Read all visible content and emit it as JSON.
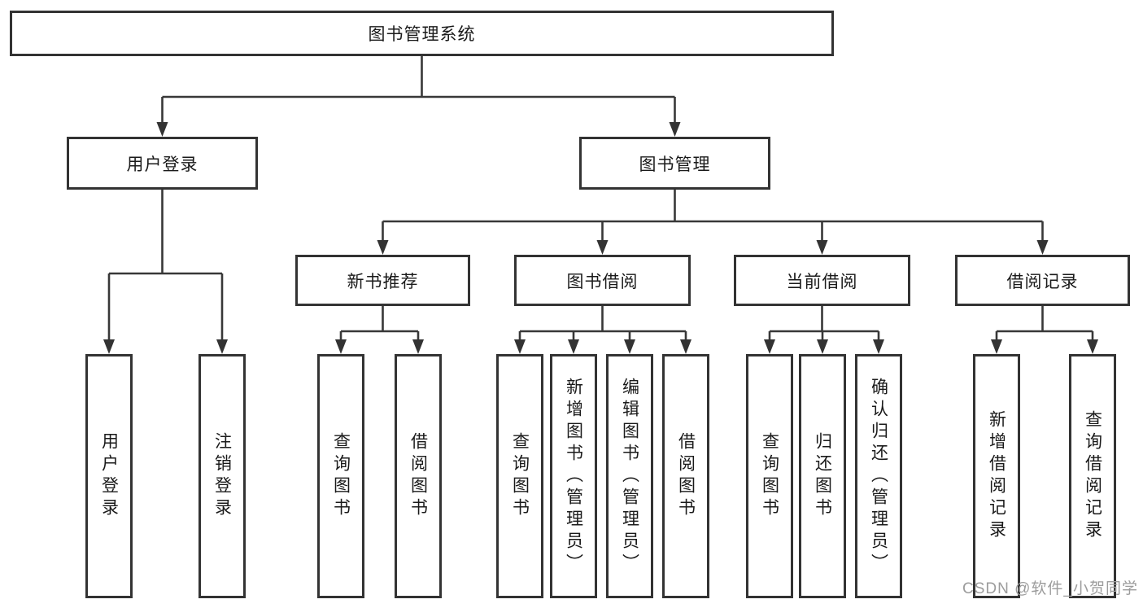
{
  "tree": {
    "root": {
      "label": "图书管理系统"
    },
    "children": [
      {
        "label": "用户登录",
        "children": [
          {
            "label": "用户登录"
          },
          {
            "label": "注销登录"
          }
        ]
      },
      {
        "label": "图书管理",
        "children": [
          {
            "label": "新书推荐",
            "children": [
              {
                "label": "查询图书"
              },
              {
                "label": "借阅图书"
              }
            ]
          },
          {
            "label": "图书借阅",
            "children": [
              {
                "label": "查询图书"
              },
              {
                "label": "新增图书（管理员）"
              },
              {
                "label": "编辑图书（管理员）"
              },
              {
                "label": "借阅图书"
              }
            ]
          },
          {
            "label": "当前借阅",
            "children": [
              {
                "label": "查询图书"
              },
              {
                "label": "归还图书"
              },
              {
                "label": "确认归还（管理员）"
              }
            ]
          },
          {
            "label": "借阅记录",
            "children": [
              {
                "label": "新增借阅记录"
              },
              {
                "label": "查询借阅记录"
              }
            ]
          }
        ]
      }
    ]
  },
  "watermark": {
    "text": "CSDN @软件_小贺同学"
  },
  "colors": {
    "line": "#383838",
    "border": "#333333",
    "text": "#1a1a1a",
    "watermark": "#9c9c9c",
    "background": "#ffffff"
  }
}
